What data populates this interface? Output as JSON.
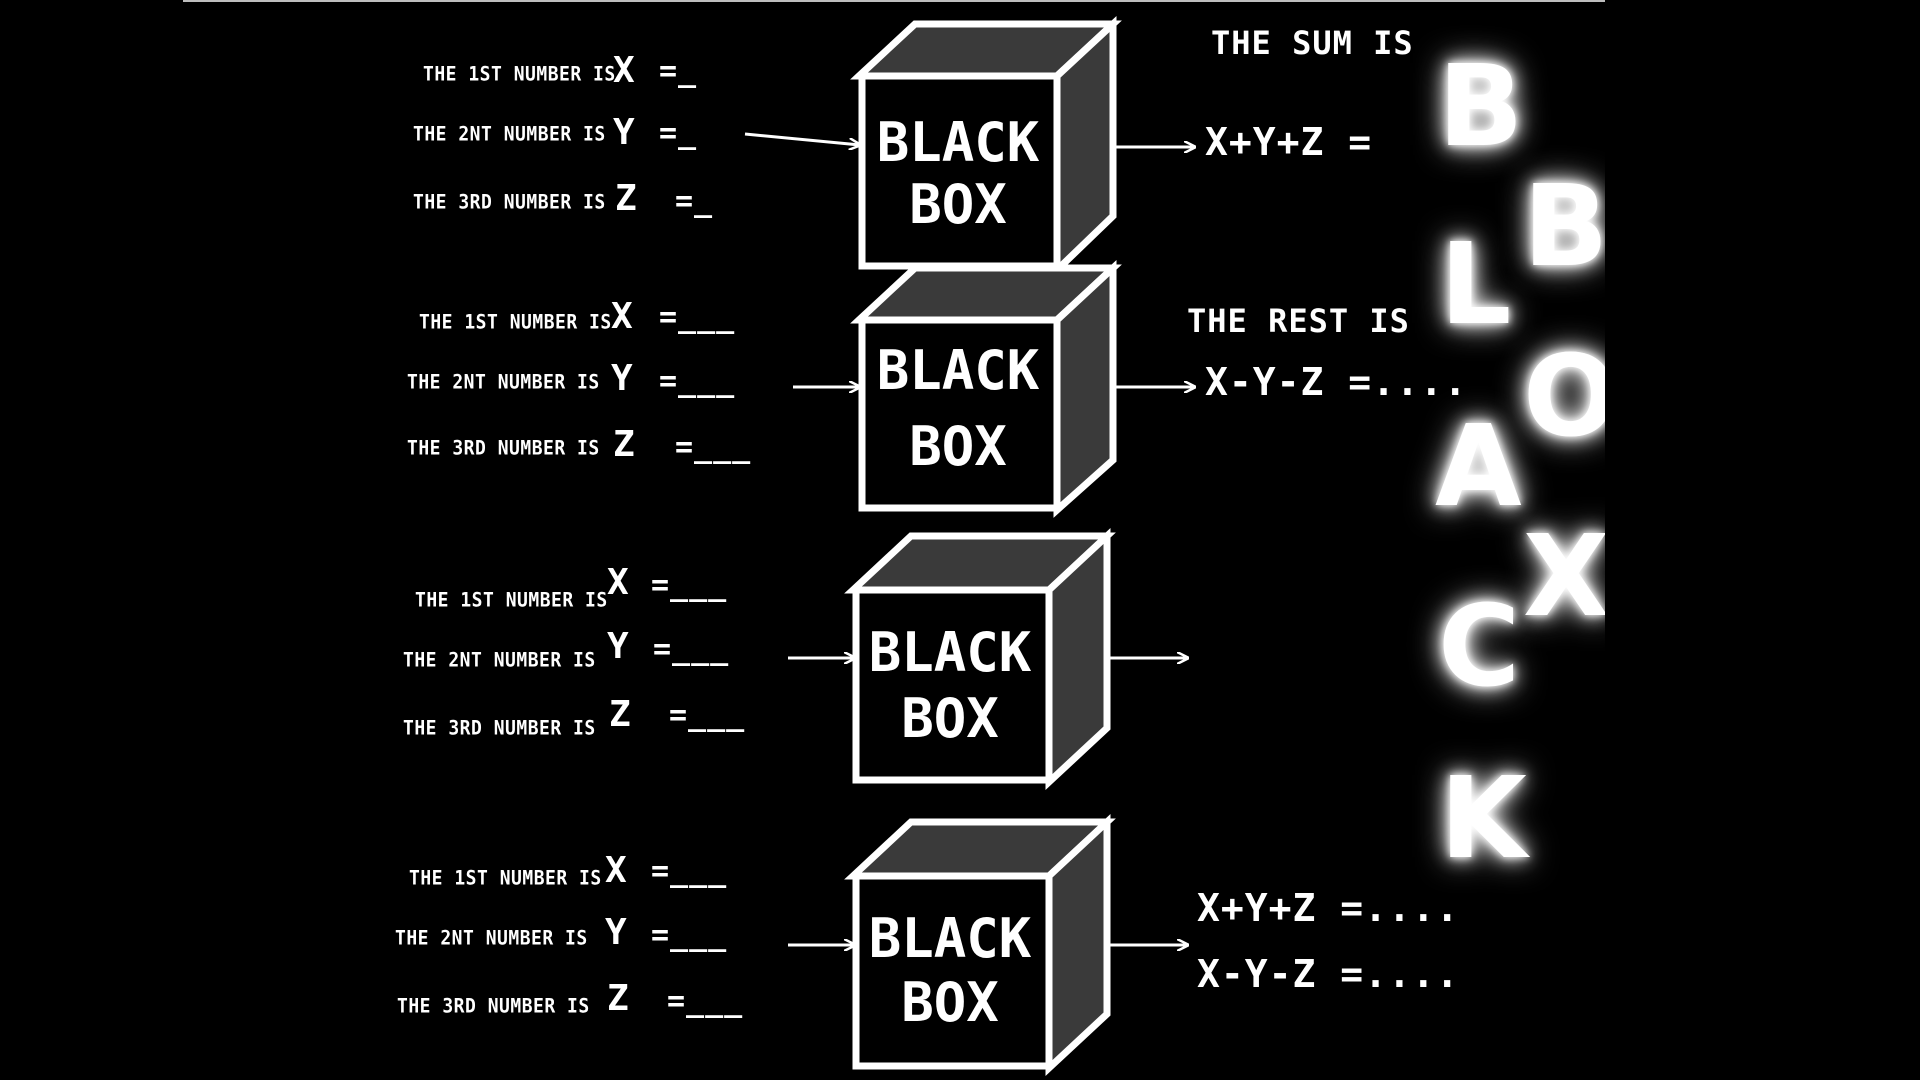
{
  "rows": [
    {
      "inputs": [
        {
          "label": "THE 1ST NUMBER IS",
          "var": "X",
          "blank": "=_"
        },
        {
          "label": "THE 2NT NUMBER IS",
          "var": "Y",
          "blank": "=_"
        },
        {
          "label": "THE 3RD NUMBER IS",
          "var": "Z",
          "blank": "=_"
        }
      ],
      "box": [
        "BLACK",
        "BOX"
      ],
      "output_title": "THE SUM IS",
      "outputs": [
        "X+Y+Z =",
        ""
      ]
    },
    {
      "inputs": [
        {
          "label": "THE 1ST NUMBER IS",
          "var": "X",
          "blank": "=___"
        },
        {
          "label": "THE 2NT NUMBER IS",
          "var": "Y",
          "blank": "=___"
        },
        {
          "label": "THE 3RD NUMBER IS",
          "var": "Z",
          "blank": "=___"
        }
      ],
      "box": [
        "BLACK",
        "BOX"
      ],
      "output_title": "THE REST IS",
      "outputs": [
        "X-Y-Z =....",
        ""
      ]
    },
    {
      "inputs": [
        {
          "label": "THE 1ST NUMBER IS",
          "var": "X",
          "blank": "=___"
        },
        {
          "label": "THE 2NT NUMBER IS",
          "var": "Y",
          "blank": "=___"
        },
        {
          "label": "THE 3RD NUMBER IS",
          "var": "Z",
          "blank": "=___"
        }
      ],
      "box": [
        "BLACK",
        "BOX"
      ],
      "output_title": "",
      "outputs": [
        "",
        ""
      ]
    },
    {
      "inputs": [
        {
          "label": "THE 1ST NUMBER IS",
          "var": "X",
          "blank": "=___"
        },
        {
          "label": "THE 2NT NUMBER IS",
          "var": "Y",
          "blank": "=___"
        },
        {
          "label": "THE 3RD NUMBER IS",
          "var": "Z",
          "blank": "=___"
        }
      ],
      "box": [
        "BLACK",
        "BOX"
      ],
      "output_title": "",
      "outputs": [
        "X+Y+Z =....",
        "X-Y-Z =...."
      ]
    }
  ],
  "side_title": {
    "col1": [
      "B",
      "L",
      "A",
      "C",
      "K"
    ],
    "col2": [
      "B",
      "O",
      "X"
    ]
  }
}
